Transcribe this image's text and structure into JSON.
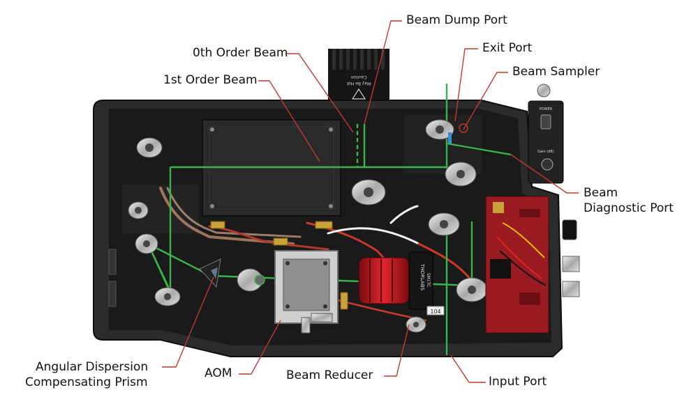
{
  "labels": {
    "beam_dump_port": "Beam Dump Port",
    "zeroth_order_beam": "0th Order Beam",
    "exit_port": "Exit Port",
    "first_order_beam": "1st Order Beam",
    "beam_sampler": "Beam Sampler",
    "beam_diagnostic_port_line1": "Beam",
    "beam_diagnostic_port_line2": "Diagnostic Port",
    "angular_dispersion_line1": "Angular Dispersion",
    "angular_dispersion_line2": "Compensating Prism",
    "aom": "AOM",
    "beam_reducer": "Beam Reducer",
    "input_port": "Input Port"
  },
  "device_text": {
    "heatsink_caution": "Caution",
    "heatsink_hot": "May Be Hot",
    "power_label": "POWER",
    "gain_label": "Gain (dB)",
    "reducer_brand": "THORLABS",
    "reducer_model": "SM1TC",
    "cable_tag": "104"
  },
  "colors": {
    "leader_line": "#c0392b",
    "beam": "#39b54a",
    "chassis": "#2b2b2b",
    "floor": "#1a1a1a",
    "reducer_red": "#c8161d",
    "pcb_red": "#9b1b22"
  }
}
